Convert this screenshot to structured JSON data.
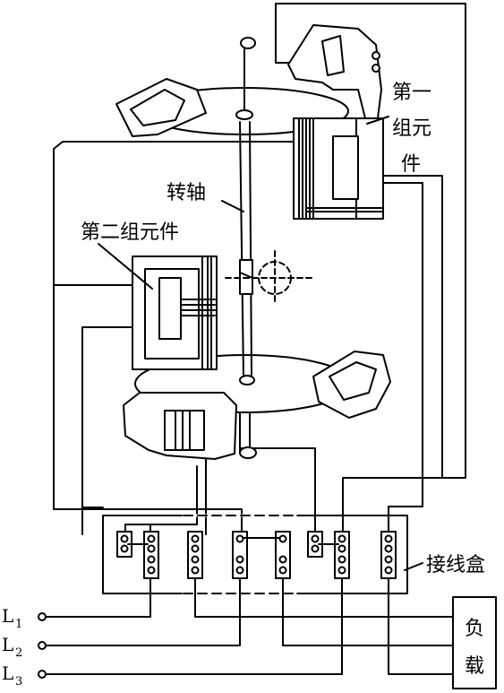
{
  "labels": {
    "element1_line1": "第一",
    "element1_line2": "组元",
    "element1_line3": "件",
    "shaft": "转轴",
    "element2": "第二组元件",
    "junction_box": "接线盒",
    "load_line1": "负",
    "load_line2": "载"
  },
  "lines": [
    {
      "letter": "L",
      "sub": "1"
    },
    {
      "letter": "L",
      "sub": "2"
    },
    {
      "letter": "L",
      "sub": "3"
    }
  ]
}
